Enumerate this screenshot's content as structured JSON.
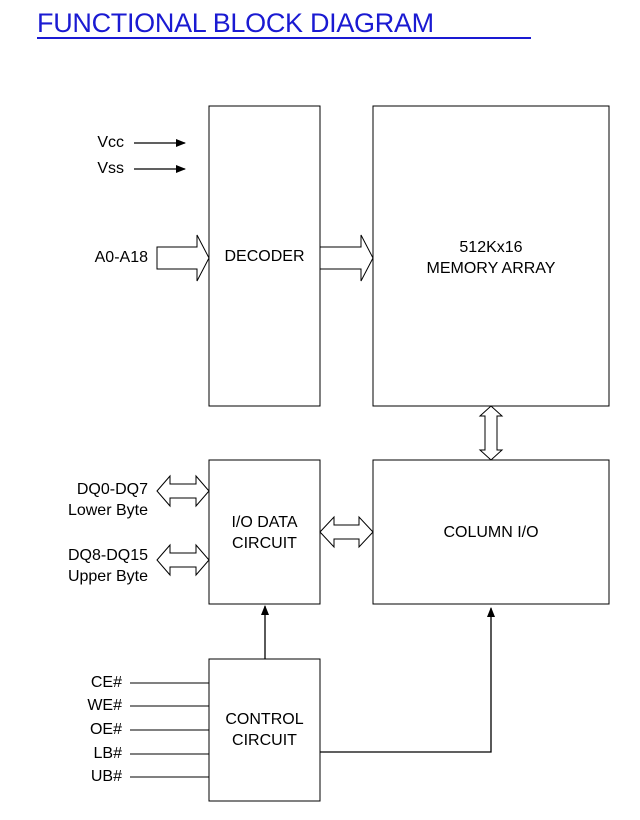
{
  "title": "FUNCTIONAL BLOCK DIAGRAM",
  "blocks": {
    "decoder": "DECODER",
    "memory_line1": "512Kx16",
    "memory_line2": "MEMORY ARRAY",
    "io_line1": "I/O DATA",
    "io_line2": "CIRCUIT",
    "column_io": "COLUMN I/O",
    "control_line1": "CONTROL",
    "control_line2": "CIRCUIT"
  },
  "power": {
    "vcc": "Vcc",
    "vss": "Vss"
  },
  "address": "A0-A18",
  "data_pins": {
    "lower_pins": "DQ0-DQ7",
    "lower_label": "Lower Byte",
    "upper_pins": "DQ8-DQ15",
    "upper_label": "Upper Byte"
  },
  "control_signals": [
    "CE#",
    "WE#",
    "OE#",
    "LB#",
    "UB#"
  ]
}
